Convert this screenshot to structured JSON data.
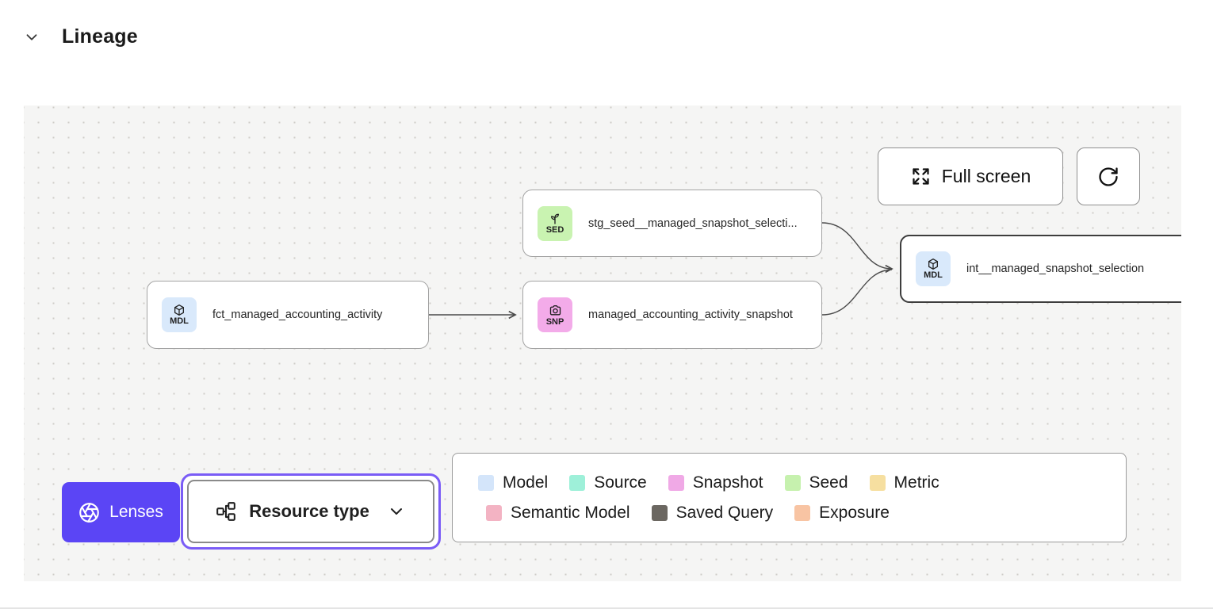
{
  "header": {
    "title": "Lineage"
  },
  "toolbar": {
    "full_screen_label": "Full screen"
  },
  "nodes": [
    {
      "code": "SED",
      "label": "stg_seed__managed_snapshot_selecti...",
      "type": "seed",
      "badge_color": "#c9f3b1"
    },
    {
      "code": "MDL",
      "label": "fct_managed_accounting_activity",
      "type": "model",
      "badge_color": "#d9e9fb"
    },
    {
      "code": "SNP",
      "label": "managed_accounting_activity_snapshot",
      "type": "snapshot",
      "badge_color": "#f3abe9"
    },
    {
      "code": "MDL",
      "label": "int__managed_snapshot_selection",
      "type": "model",
      "badge_color": "#d9e9fb",
      "selected": true
    }
  ],
  "lenses": {
    "label": "Lenses",
    "accent": "#5b45f5"
  },
  "resource_type": {
    "label": "Resource type"
  },
  "legend": {
    "items": [
      {
        "label": "Model",
        "color": "#d4e5fa"
      },
      {
        "label": "Source",
        "color": "#9ef0d9"
      },
      {
        "label": "Snapshot",
        "color": "#f0a9e6"
      },
      {
        "label": "Seed",
        "color": "#c6f1ae"
      },
      {
        "label": "Metric",
        "color": "#f6dfa0"
      },
      {
        "label": "Semantic Model",
        "color": "#f3b3c3"
      },
      {
        "label": "Saved Query",
        "color": "#6b6761"
      },
      {
        "label": "Exposure",
        "color": "#f8c4a3"
      }
    ]
  }
}
